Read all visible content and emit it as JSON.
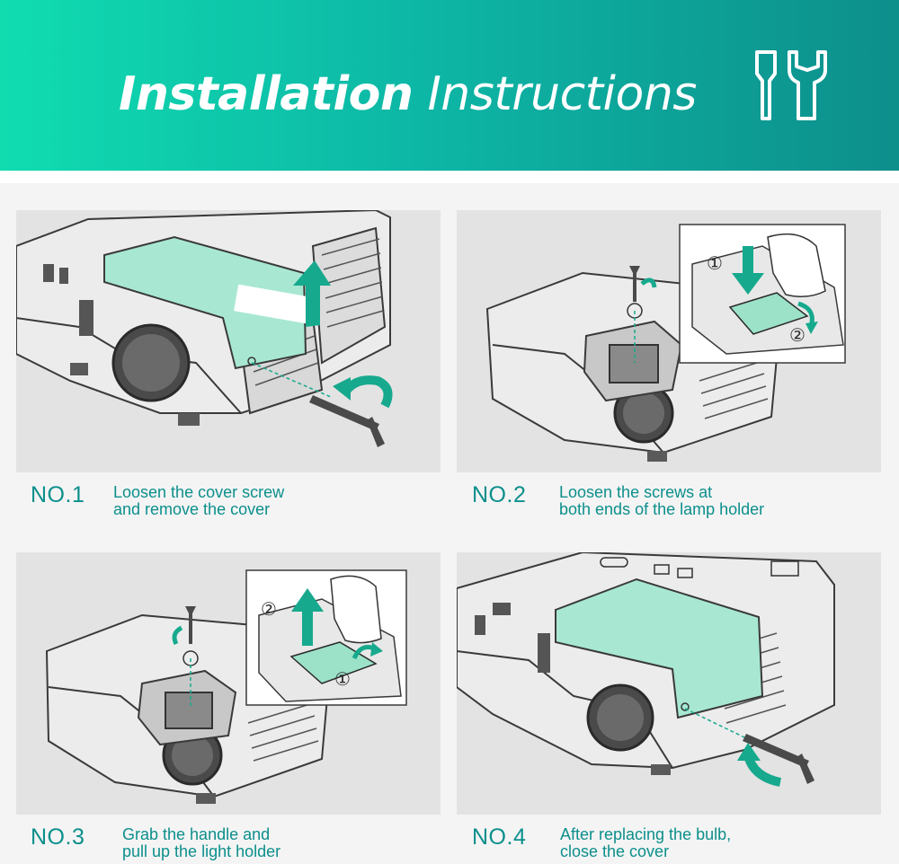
{
  "header": {
    "title_bold": "Installation",
    "title_light": "Instructions",
    "icon": "screwdriver-wrench-icon"
  },
  "colors": {
    "banner_start": "#10dcb0",
    "banner_end": "#0d8f8c",
    "accent": "#0c8f8c",
    "cover_green": "#a8e8d2",
    "arrow_green": "#16a98d"
  },
  "steps": [
    {
      "number": "NO.1",
      "line1": "Loosen the cover screw",
      "line2": "and remove the cover"
    },
    {
      "number": "NO.2",
      "line1": "Loosen the screws at",
      "line2": "both ends of the lamp holder"
    },
    {
      "number": "NO.3",
      "line1": "Grab the handle and",
      "line2": "pull up the light holder"
    },
    {
      "number": "NO.4",
      "line1": "After replacing the bulb,",
      "line2": "close the cover"
    }
  ],
  "callouts": {
    "step2_first": "①",
    "step2_second": "②",
    "step3_first": "①",
    "step3_second": "②"
  }
}
